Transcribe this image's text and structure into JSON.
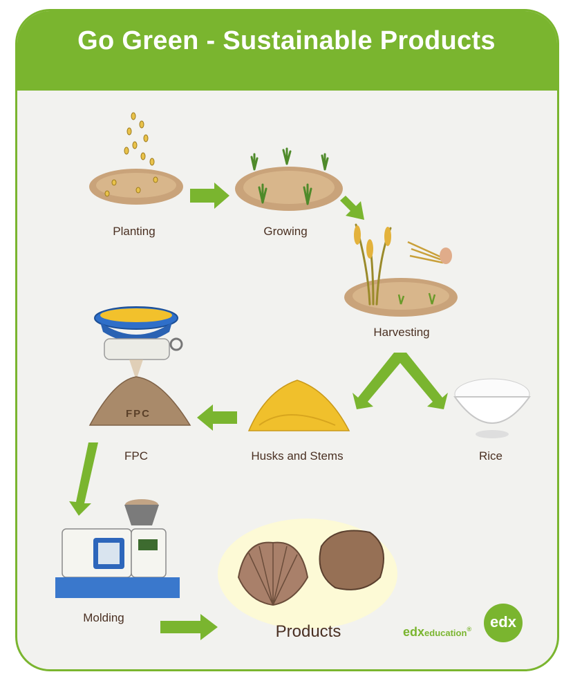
{
  "title": "Go Green - Sustainable Products",
  "stages": {
    "planting": "Planting",
    "growing": "Growing",
    "harvesting": "Harvesting",
    "rice": "Rice",
    "husks": "Husks and Stems",
    "fpc": "FPC",
    "molding": "Molding",
    "products": "Products"
  },
  "fpc_pile_text": "FPC",
  "brand": {
    "wordmark": "edx",
    "suffix": "education",
    "registered": "®",
    "logo_text": "edx"
  },
  "colors": {
    "accent_green": "#7ab52f",
    "label_brown": "#4a3022",
    "background": "#f2f2ef"
  },
  "icons": [
    "seeds-icon",
    "seedlings-icon",
    "rice-plant-icon",
    "rice-bowl-icon",
    "husk-pile-icon",
    "fpc-grinder-icon",
    "molding-machine-icon",
    "shell-product-icon",
    "arrow-icon"
  ]
}
